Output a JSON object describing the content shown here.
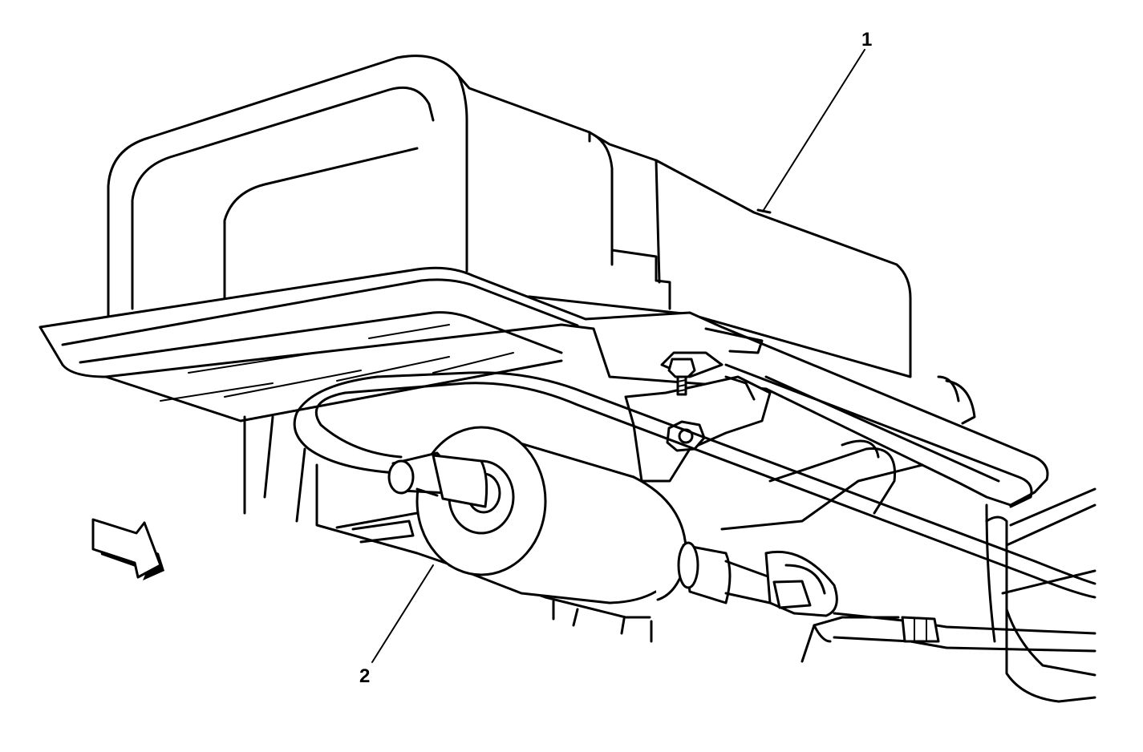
{
  "callouts": [
    {
      "id": "1",
      "label": "1"
    },
    {
      "id": "2",
      "label": "2"
    }
  ],
  "components": [
    {
      "name": "canister",
      "icon": "canister-icon"
    },
    {
      "name": "filter",
      "icon": "filter-icon"
    },
    {
      "name": "direction",
      "icon": "arrow-icon"
    }
  ],
  "colors": {
    "line": "#000000",
    "background": "#ffffff"
  }
}
